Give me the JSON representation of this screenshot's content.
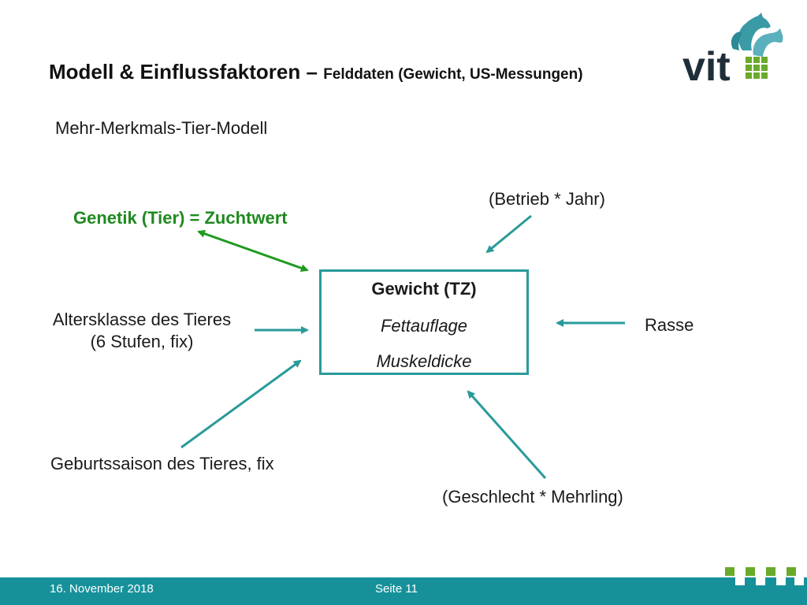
{
  "header": {
    "title_main": "Modell & Einflussfaktoren –",
    "title_sub": "Felddaten (Gewicht, US-Messungen)",
    "logo_text": "vit"
  },
  "model_label": "Mehr-Merkmals-Tier-Modell",
  "center_box": {
    "line1": "Gewicht (TZ)",
    "line2": "Fettauflage",
    "line3": "Muskeldicke"
  },
  "factors": {
    "genetik": "Genetik (Tier) = Zuchtwert",
    "betrieb": "(Betrieb * Jahr)",
    "alter_line1": "Altersklasse des Tieres",
    "alter_line2": "(6 Stufen, fix)",
    "rasse": "Rasse",
    "saison": "Geburtssaison des Tieres, fix",
    "geschlecht": "(Geschlecht * Mehrling)"
  },
  "footer": {
    "date": "16. November 2018",
    "page": "Seite 11"
  },
  "colors": {
    "teal": "#16919a",
    "arrow_teal": "#2a9a9a",
    "green": "#1f8a1f",
    "logo_dark": "#1f2f3a",
    "logo_green": "#6aaa2a"
  },
  "icons": [
    "horse-sheep-logo-icon",
    "green-squares-icon",
    "checker-squares-icon"
  ]
}
